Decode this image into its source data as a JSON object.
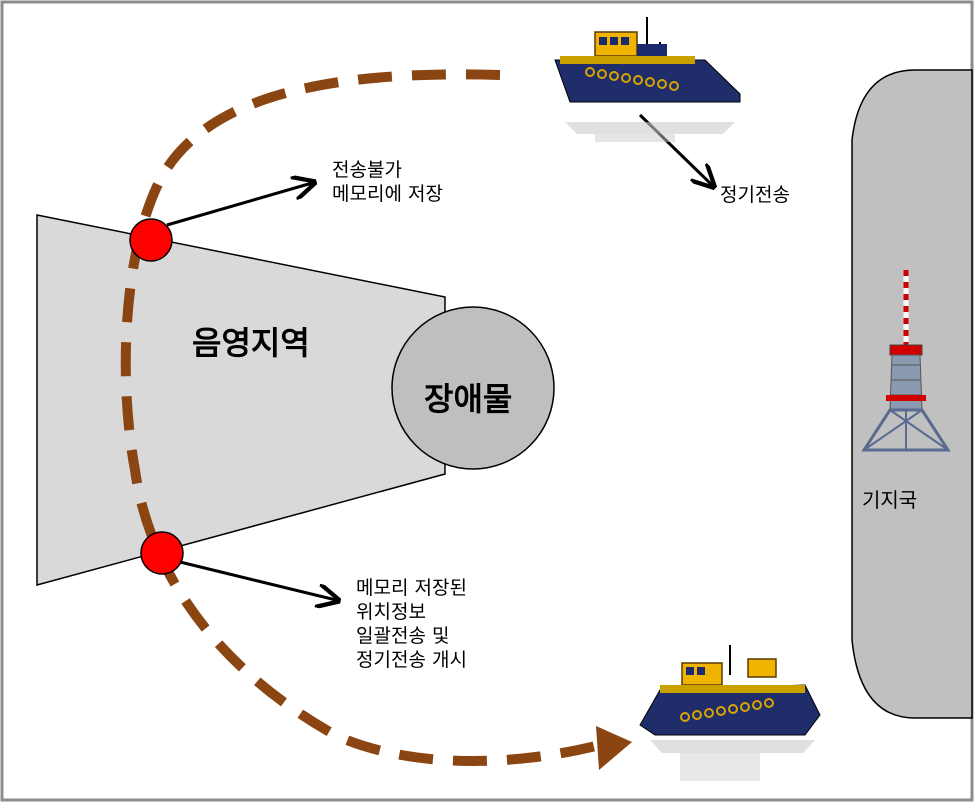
{
  "regions": {
    "shadow_area": "음영지역",
    "obstacle": "장애물",
    "base_station": "기지국"
  },
  "annotations": {
    "cannot_transmit": [
      "전송불가",
      "메모리에 저장"
    ],
    "periodic_transmit": "정기전송",
    "resume_transmit": [
      "메모리 저장된",
      "위치정보",
      "일괄전송 및",
      "정기전송 개시"
    ]
  },
  "colors": {
    "path": "#8b4513",
    "marker": "#ff0000",
    "shadow_fill": "#d9d9d9",
    "obstacle_fill": "#bfbfbf",
    "station_fill": "#c0c0c0"
  },
  "icons": {
    "ship": "tugboat-icon",
    "tower": "radio-tower-icon"
  }
}
